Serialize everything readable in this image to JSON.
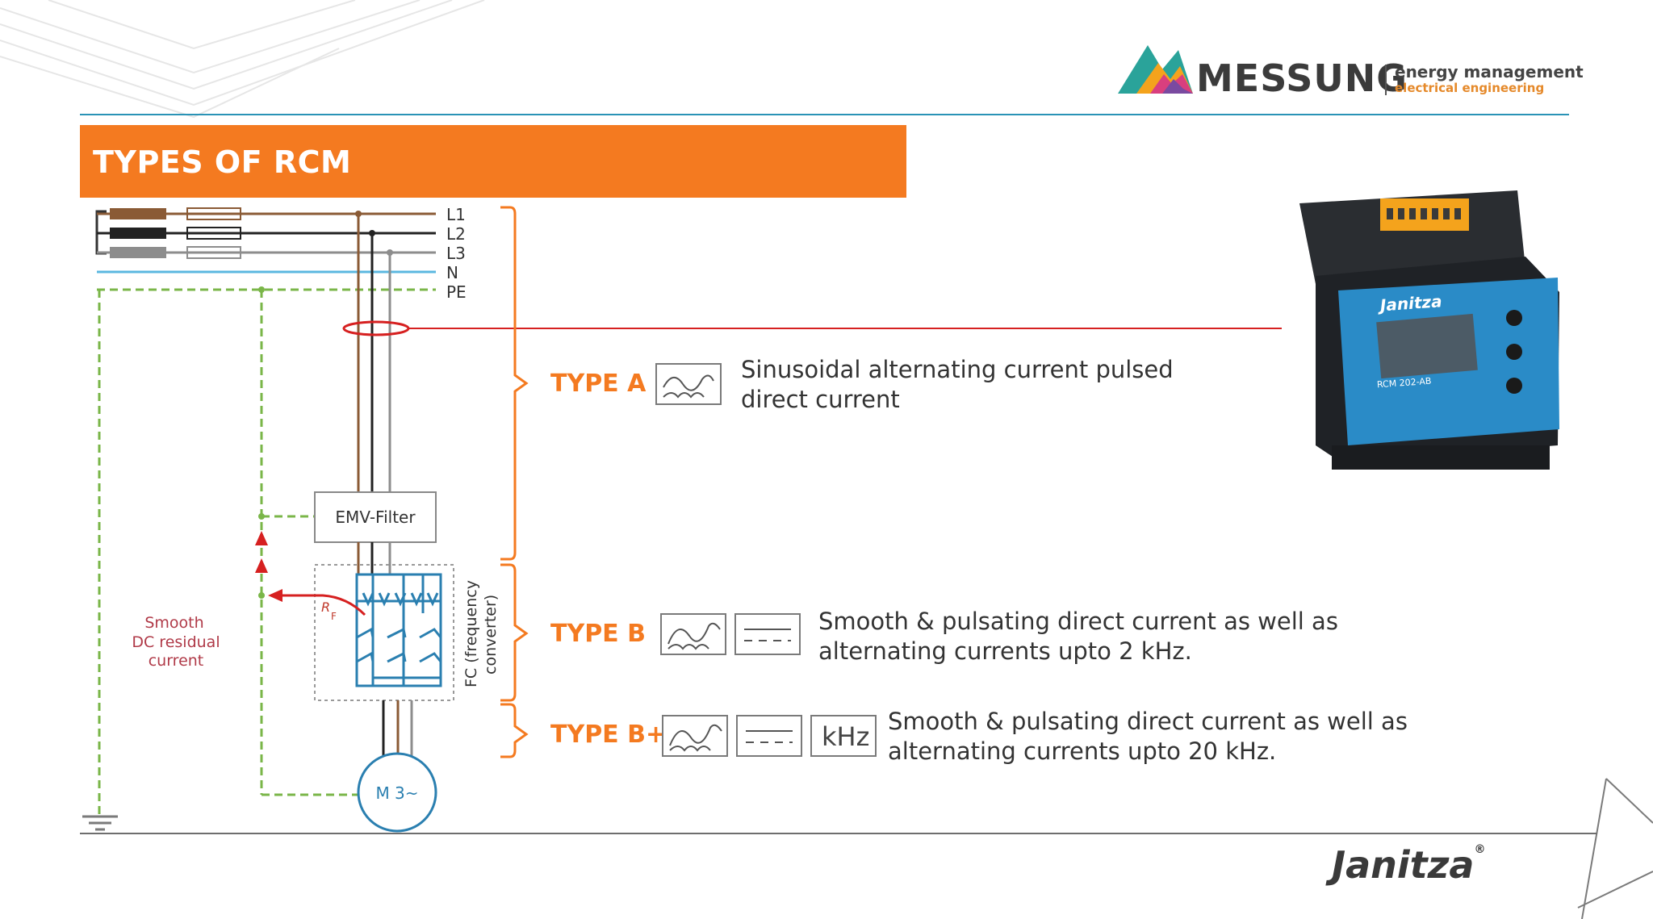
{
  "brand": {
    "name": "MESSUNG",
    "tagline1": "energy management",
    "tagline2": "electrical engineering"
  },
  "title": "TYPES OF RCM",
  "diagram": {
    "phases": [
      "L1",
      "L2",
      "L3",
      "N",
      "PE"
    ],
    "emv_filter": "EMV-Filter",
    "fc_label_1": "FC (frequency",
    "fc_label_2": "converter)",
    "rf_label": "R",
    "rf_sub": "F",
    "smooth_1": "Smooth",
    "smooth_2": "DC residual",
    "smooth_3": "current",
    "motor": "M 3~"
  },
  "types": [
    {
      "label": "TYPE A",
      "line1": "Sinusoidal alternating current pulsed",
      "line2": "direct current"
    },
    {
      "label": "TYPE B",
      "line1": "Smooth & pulsating direct current as well as",
      "line2": "alternating currents upto 2 kHz."
    },
    {
      "label": "TYPE B+",
      "line1": "Smooth & pulsating direct current as well as",
      "line2": "alternating currents upto 20 kHz.",
      "khz": "kHz"
    }
  ],
  "device": {
    "brand": "Janitza",
    "model": "RCM 202-AB"
  },
  "footer": {
    "brand": "Janitza",
    "reg": "®"
  },
  "colors": {
    "accent_orange": "#f47a20",
    "header_line": "#2a93b6",
    "phase_l1": "#8a5a35",
    "phase_l2": "#222222",
    "phase_l3": "#8d8d8d",
    "neutral": "#5bb8e0",
    "pe": "#7ab648",
    "red_line": "#d62020",
    "fc_blue": "#2a7fb0"
  }
}
